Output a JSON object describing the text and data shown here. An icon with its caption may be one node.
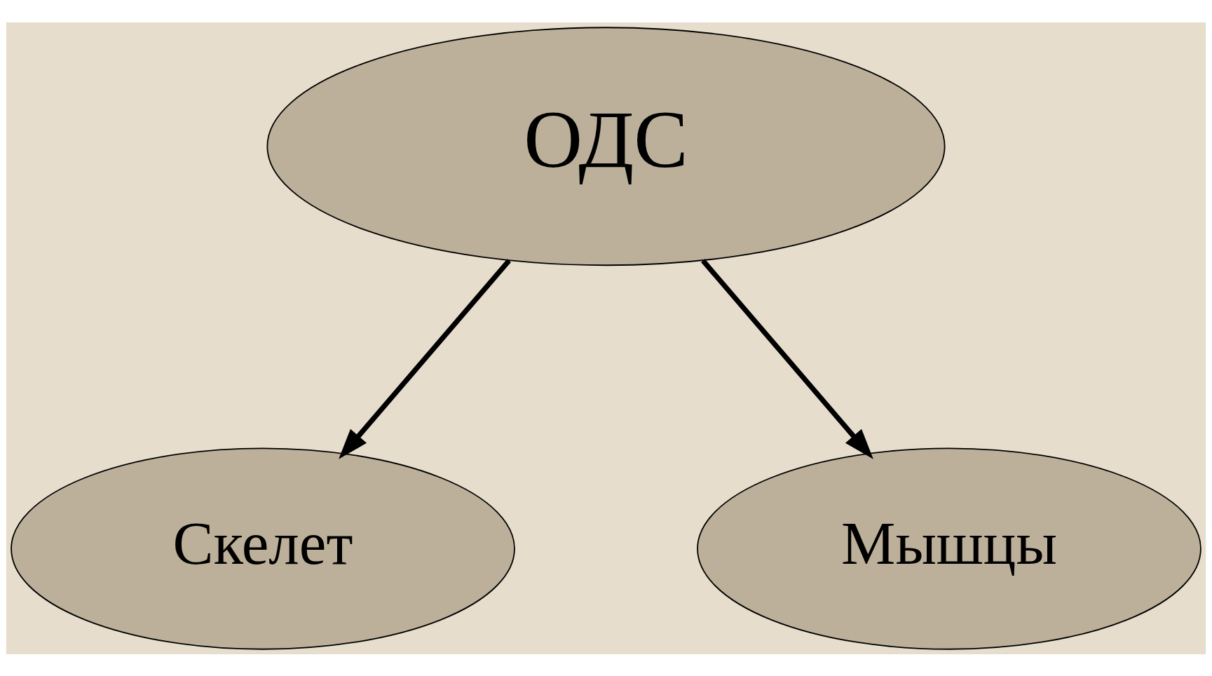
{
  "diagram": {
    "nodes": [
      {
        "text": [
          "ОДС"
        ]
      },
      {
        "text": [
          "Скелет"
        ]
      },
      {
        "text": [
          "Мышцы"
        ]
      }
    ],
    "edges": [
      {
        "from": 0,
        "to": 1,
        "arrow": "to"
      },
      {
        "from": 0,
        "to": 2,
        "arrow": "to"
      }
    ]
  }
}
